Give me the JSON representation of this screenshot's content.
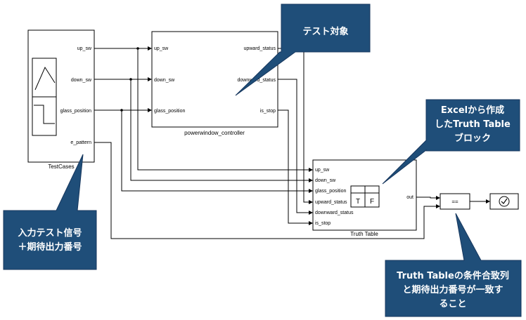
{
  "blocks": {
    "testcases": {
      "name": "TestCases",
      "outputs": [
        "up_sw",
        "down_sw",
        "glass_position",
        "e_pattern"
      ]
    },
    "controller": {
      "name": "powerwindow_controller",
      "inputs": [
        "up_sw",
        "down_sw",
        "glass_position"
      ],
      "outputs": [
        "upward_status",
        "downward_status",
        "is_stop"
      ]
    },
    "truth_table": {
      "name": "Truth Table",
      "inputs": [
        "up_sw",
        "down_sw",
        "glass_position",
        "upward_status",
        "downward_status",
        "is_stop"
      ],
      "output": "out",
      "icon_letters": [
        "T",
        "F"
      ]
    },
    "compare": {
      "label": "=="
    }
  },
  "callouts": {
    "target": {
      "lines": [
        "テスト対象"
      ]
    },
    "excel": {
      "lines": [
        "Excelから作成",
        "したTruth Table",
        "ブロック"
      ]
    },
    "inputs": {
      "lines": [
        "入力テスト信号",
        "＋期待出力番号"
      ]
    },
    "condition": {
      "lines": [
        "Truth Tableの条件合致列",
        "と期待出力番号が一致す",
        "ること"
      ]
    }
  },
  "colors": {
    "callout_fill": "#1f4e79",
    "callout_stroke": "#17375e"
  }
}
